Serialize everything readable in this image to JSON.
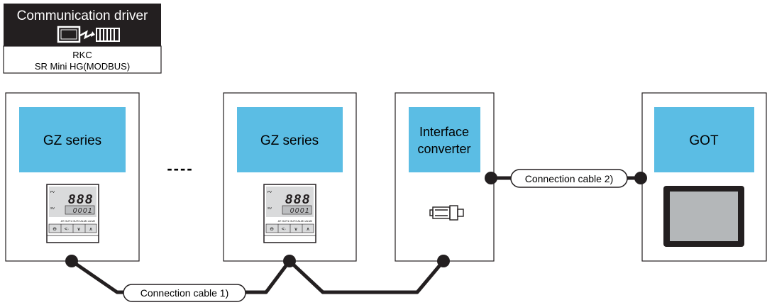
{
  "driver_box": {
    "title": "Communication driver",
    "maker": "RKC",
    "model": "SR Mini HG(MODBUS)"
  },
  "devices": {
    "controller_1": {
      "label": "GZ series"
    },
    "controller_2": {
      "label": "GZ series"
    },
    "converter": {
      "label_line1": "Interface",
      "label_line2": "converter"
    },
    "got": {
      "label": "GOT"
    }
  },
  "ellipsis": "----",
  "controller_display": {
    "pv_tag": "PV",
    "sv_tag": "SV",
    "pv_value": "888",
    "sv_value": "0001",
    "indicators": "AT OUT1 OUT2 ALM1 ALM2"
  },
  "cables": {
    "cable_1": "Connection cable 1)",
    "cable_2": "Connection cable 2)"
  },
  "colors": {
    "device_label_bg": "#5bbde4",
    "panel_dark": "#231f20",
    "lcd_bg": "#d9dadb",
    "screen_gray": "#a7a9ac"
  }
}
